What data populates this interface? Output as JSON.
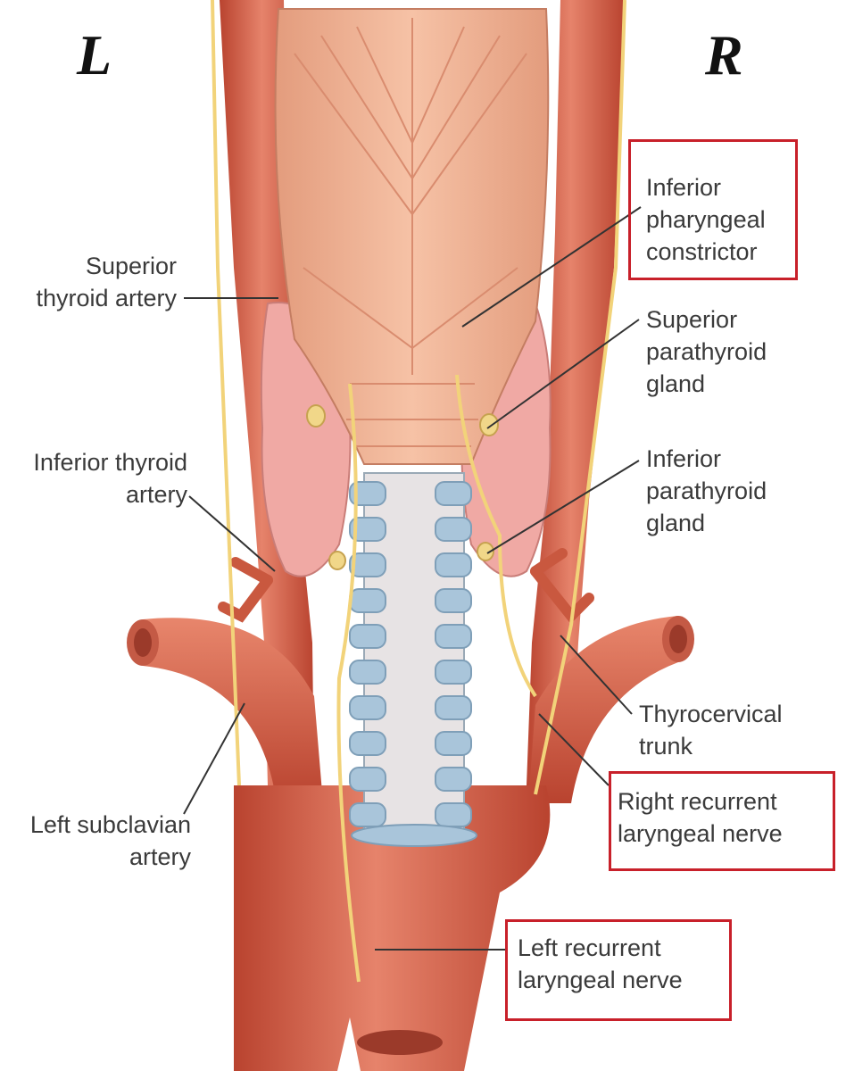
{
  "sides": {
    "left": "L",
    "right": "R"
  },
  "labels": {
    "superior_thyroid_artery": [
      "Superior",
      "thyroid artery"
    ],
    "inferior_thyroid_artery": [
      "Inferior thyroid",
      "artery"
    ],
    "left_subclavian_artery": [
      "Left subclavian",
      "artery"
    ],
    "inferior_pharyngeal_constrictor": [
      "Inferior",
      "pharyngeal",
      "constrictor"
    ],
    "superior_parathyroid_gland": [
      "Superior",
      "parathyroid",
      "gland"
    ],
    "inferior_parathyroid_gland": [
      "Inferior",
      "parathyroid",
      "gland"
    ],
    "thyrocervical_trunk": [
      "Thyrocervical",
      "trunk"
    ],
    "right_recurrent_laryngeal_nerve": [
      "Right recurrent",
      "laryngeal nerve"
    ],
    "left_recurrent_laryngeal_nerve": [
      "Left recurrent",
      "laryngeal nerve"
    ]
  },
  "colors": {
    "highlight_box": "#c8202a",
    "artery": "#d8634c",
    "muscle": "#eeb092",
    "thyroid": "#f0a9a4",
    "trachea_ring": "#a9c5da",
    "nerve": "#f2d37a",
    "leader_line": "#333333"
  }
}
